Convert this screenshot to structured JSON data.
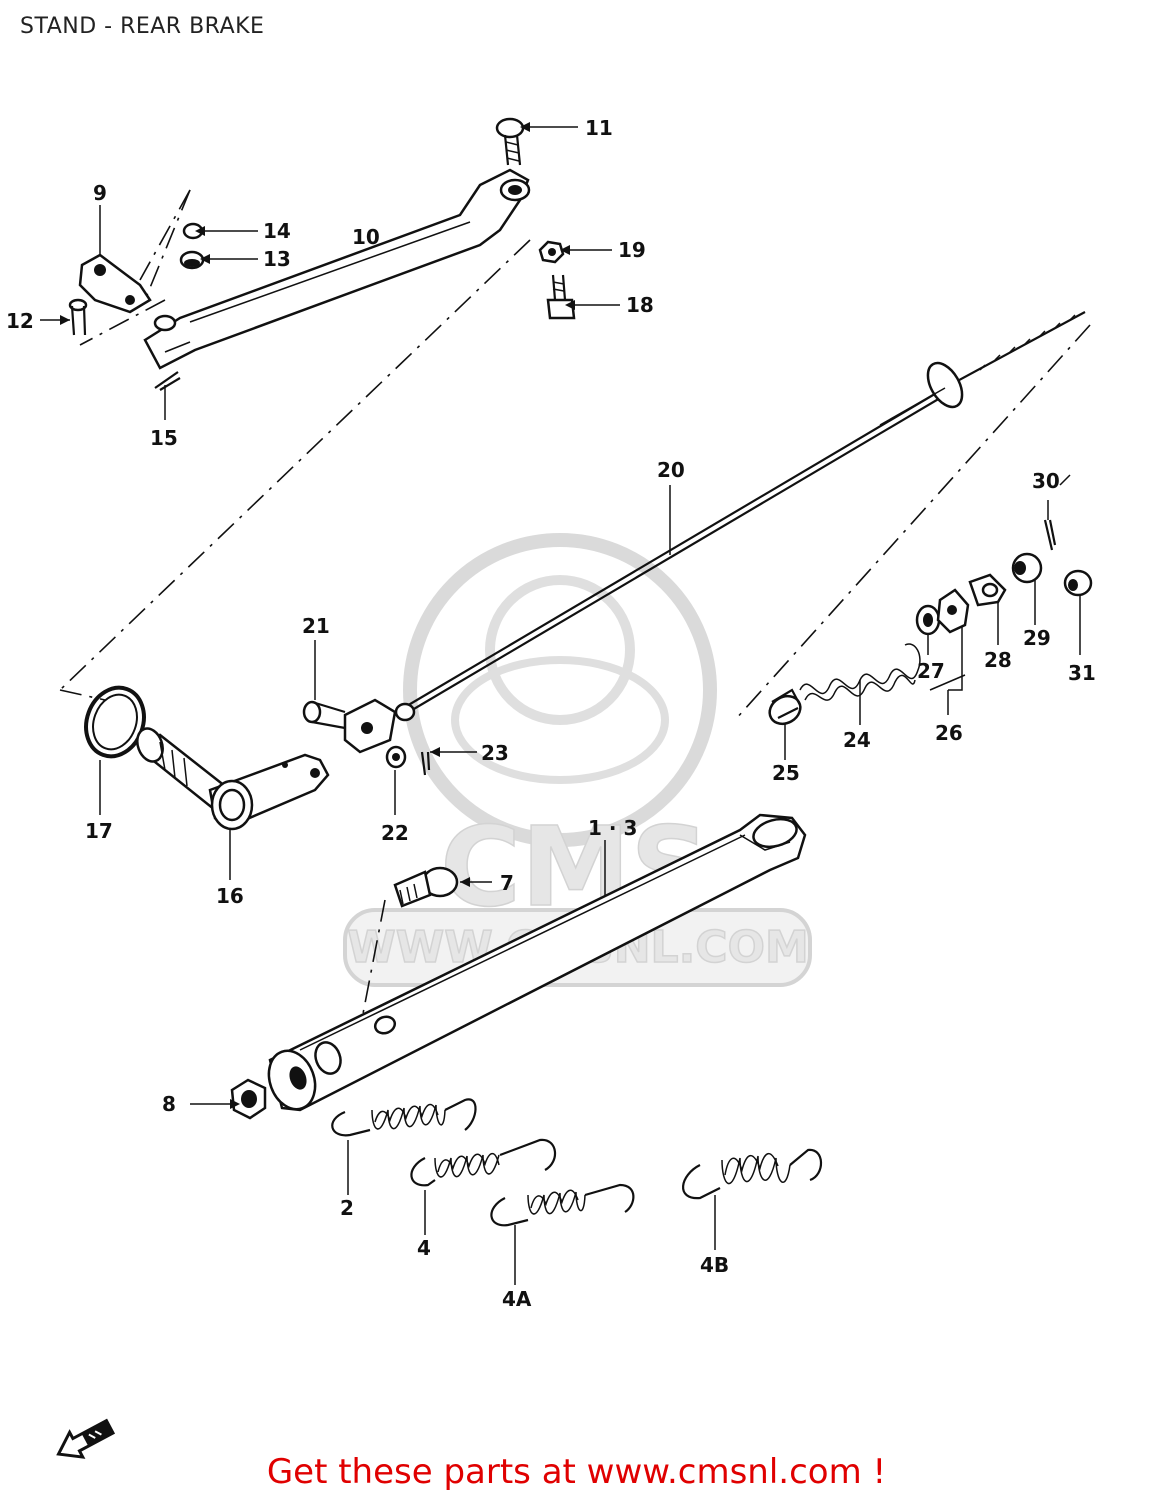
{
  "page_title": "STAND - REAR BRAKE",
  "watermark": {
    "logo_text": "CMS",
    "site_text": "WWW.CMSNL.COM"
  },
  "footer": {
    "text": "Get these parts at www.cmsnl.com !",
    "color": "#e00000"
  },
  "part_labels": {
    "p1_3": "1 · 3",
    "p2": "2",
    "p4": "4",
    "p4a": "4A",
    "p4b": "4B",
    "p7": "7",
    "p8": "8",
    "p9": "9",
    "p10": "10",
    "p11": "11",
    "p12": "12",
    "p13": "13",
    "p14": "14",
    "p15": "15",
    "p16": "16",
    "p17": "17",
    "p18": "18",
    "p19": "19",
    "p20": "20",
    "p21": "21",
    "p22": "22",
    "p23": "23",
    "p24": "24",
    "p25": "25",
    "p26": "26",
    "p27": "27",
    "p28": "28",
    "p29": "29",
    "p30": "30",
    "p31": "31"
  },
  "icons": {
    "direction_arrow": "forward-arrow-icon"
  }
}
